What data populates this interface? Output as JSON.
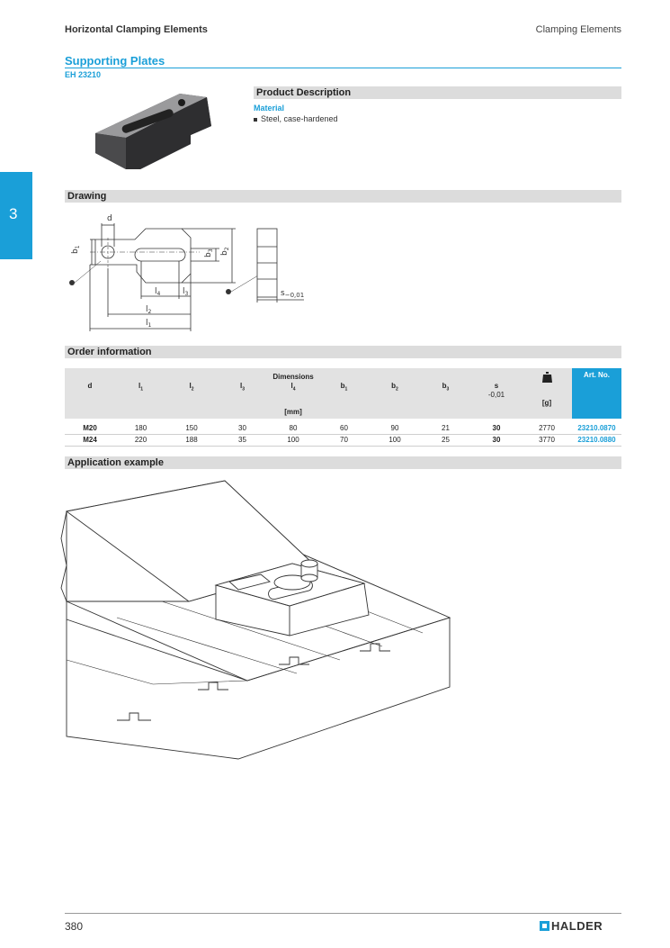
{
  "header": {
    "left": "Horizontal Clamping Elements",
    "right": "Clamping Elements"
  },
  "title": "Supporting Plates",
  "subtitle": "EH 23210",
  "chapter": "3",
  "product_description": {
    "heading": "Product Description",
    "material_label": "Material",
    "material_item": "Steel, case-hardened"
  },
  "drawing": {
    "heading": "Drawing",
    "labels": {
      "d": "d",
      "b1": "b",
      "b1_sub": "1",
      "b2": "b",
      "b2_sub": "2",
      "b3": "b",
      "b3_sub": "3",
      "l1": "l",
      "l1_sub": "1",
      "l2": "l",
      "l2_sub": "2",
      "l3": "l",
      "l3_sub": "3",
      "l4": "l",
      "l4_sub": "4",
      "s": "s",
      "s_tol": "−0,01"
    }
  },
  "order": {
    "heading": "Order information",
    "dimensions_label": "Dimensions",
    "unit_mm": "[mm]",
    "unit_g": "[g]",
    "artno_label": "Art. No.",
    "s_label": "s",
    "s_tol": "-0,01",
    "columns": [
      {
        "base": "d",
        "sub": ""
      },
      {
        "base": "l",
        "sub": "1"
      },
      {
        "base": "l",
        "sub": "2"
      },
      {
        "base": "l",
        "sub": "3"
      },
      {
        "base": "l",
        "sub": "4"
      },
      {
        "base": "b",
        "sub": "1"
      },
      {
        "base": "b",
        "sub": "2"
      },
      {
        "base": "b",
        "sub": "3"
      }
    ],
    "rows": [
      {
        "d": "M20",
        "l1": "180",
        "l2": "150",
        "l3": "30",
        "l4": "80",
        "b1": "60",
        "b2": "90",
        "b3": "21",
        "s": "30",
        "g": "2770",
        "artno": "23210.0870"
      },
      {
        "d": "M24",
        "l1": "220",
        "l2": "188",
        "l3": "35",
        "l4": "100",
        "b1": "70",
        "b2": "100",
        "b3": "25",
        "s": "30",
        "g": "3770",
        "artno": "23210.0880"
      }
    ]
  },
  "application": {
    "heading": "Application example"
  },
  "footer": {
    "page": "380",
    "brand": "HALDER"
  },
  "colors": {
    "accent": "#1a9fd8",
    "bar": "#dcdcdc"
  },
  "icons": {
    "weight": "weight-icon",
    "logo": "halder-logo-mark"
  }
}
